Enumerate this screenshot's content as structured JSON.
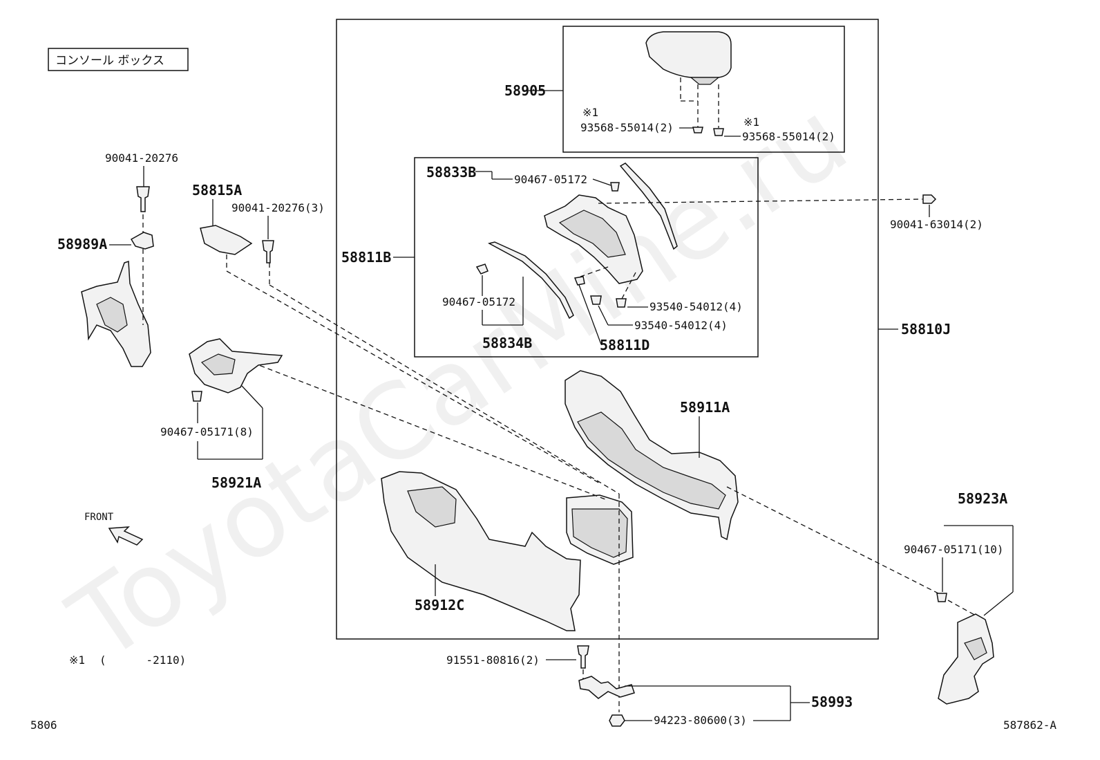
{
  "title": "コンソール ボックス",
  "watermark": "ToyotaCarMine.ru",
  "page_ref": "5806",
  "diagram_id": "587862-A",
  "front_label": "FRONT",
  "footnote": {
    "mark": "※1",
    "range": "(      -2110)"
  },
  "note_mark": "※1",
  "labels": {
    "p58905": "58905",
    "p93568_l": "93568-55014(2)",
    "p93568_r": "93568-55014(2)",
    "p58833B": "58833B",
    "p90467_05172_a": "90467-05172",
    "p90041_63014": "90041-63014(2)",
    "p58811B": "58811B",
    "p90467_05172_b": "90467-05172",
    "p93540_a": "93540-54012(4)",
    "p93540_b": "93540-54012(4)",
    "p58834B": "58834B",
    "p58811D": "58811D",
    "p58810J": "58810J",
    "p58911A": "58911A",
    "p90041_20276": "90041-20276",
    "p58815A": "58815A",
    "p90041_20276_3": "90041-20276(3)",
    "p58989A": "58989A",
    "p90467_05171_8": "90467-05171(8)",
    "p58921A": "58921A",
    "p58923A": "58923A",
    "p90467_05171_10": "90467-05171(10)",
    "p58912C": "58912C",
    "p91551": "91551-80816(2)",
    "p58993": "58993",
    "p94223": "94223-80600(3)"
  }
}
